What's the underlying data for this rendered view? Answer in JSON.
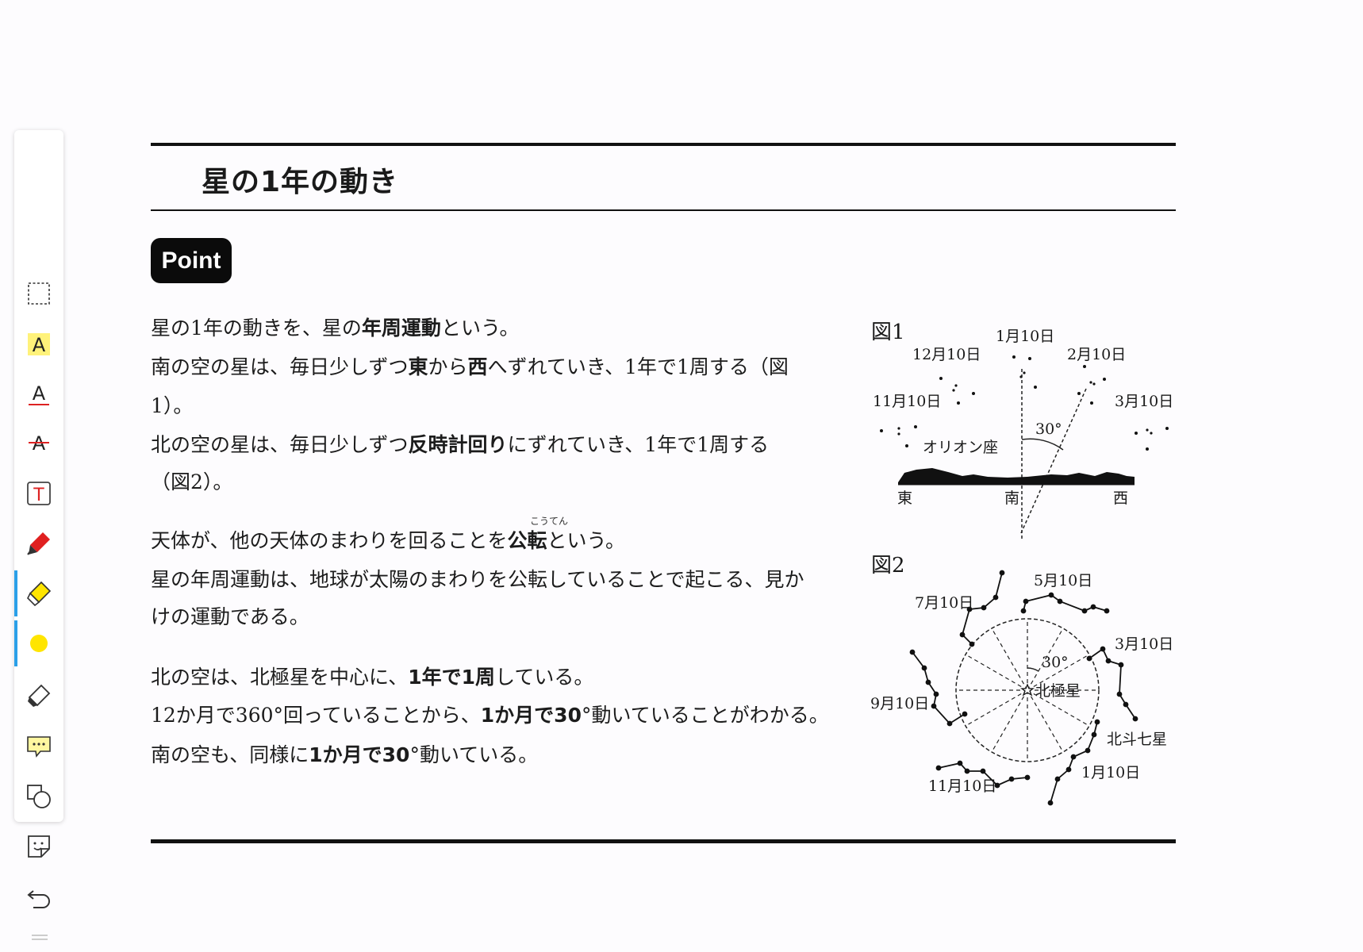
{
  "toolbar": {
    "tools": [
      {
        "name": "select-tool",
        "icon": "dashed-rectangle-icon"
      },
      {
        "name": "highlight-text-tool",
        "icon": "highlight-a-icon"
      },
      {
        "name": "underline-tool",
        "icon": "underline-a-icon"
      },
      {
        "name": "strikethrough-tool",
        "icon": "strikethrough-a-icon"
      },
      {
        "name": "textbox-tool",
        "icon": "text-box-icon"
      },
      {
        "name": "pen-tool",
        "icon": "pen-icon"
      },
      {
        "name": "highlighter-tool",
        "icon": "highlighter-icon"
      },
      {
        "name": "color-picker",
        "icon": "yellow-dot-icon"
      },
      {
        "name": "eraser-tool",
        "icon": "eraser-icon"
      },
      {
        "name": "comment-tool",
        "icon": "comment-icon"
      },
      {
        "name": "shape-tool",
        "icon": "shapes-icon"
      },
      {
        "name": "sticker-tool",
        "icon": "sticker-icon"
      },
      {
        "name": "undo-button",
        "icon": "undo-icon"
      }
    ],
    "active_color": "#ffe500",
    "accent": "#2aa0e8"
  },
  "page": {
    "title": "星の1年の動き",
    "badge": "Point",
    "p1": {
      "l1a": "星の1年の動きを、星の",
      "l1b": "年周運動",
      "l1c": "という。",
      "l2a": "南の空の星は、毎日少しずつ",
      "l2b": "東",
      "l2c": "から",
      "l2d": "西",
      "l2e": "へずれていき、1年で1周する（図",
      "l3": "1）。",
      "l4a": "北の空の星は、毎日少しずつ",
      "l4b": "反時計回り",
      "l4c": "にずれていき、1年で1周する",
      "l5": "（図2）。"
    },
    "p2": {
      "ruby": "こうてん",
      "l1a": "天体が、他の天体のまわりを回ることを",
      "l1b": "公転",
      "l1c": "という。",
      "l2": "星の年周運動は、地球が太陽のまわりを公転していることで起こる、見か",
      "l3": "けの運動である。"
    },
    "p3": {
      "l1a": "北の空は、北極星を中心に、",
      "l1b": "1年で1周",
      "l1c": "している。",
      "l2a": "12か月で360°回っていることから、",
      "l2b": "1か月で30",
      "l2c": "°動いていることがわかる。",
      "l3a": "南の空も、同様に",
      "l3b": "1か月で30",
      "l3c": "°動いている。"
    },
    "fig1": {
      "label": "図1",
      "dates": [
        "1月10日",
        "12月10日",
        "2月10日",
        "11月10日",
        "3月10日"
      ],
      "angle": "30°",
      "constellation": "オリオン座",
      "directions": [
        "東",
        "南",
        "西"
      ]
    },
    "fig2": {
      "label": "図2",
      "dates": [
        "5月10日",
        "7月10日",
        "3月10日",
        "9月10日",
        "1月10日",
        "11月10日"
      ],
      "angle": "30°",
      "center": "北極星",
      "constellation": "北斗七星"
    }
  }
}
